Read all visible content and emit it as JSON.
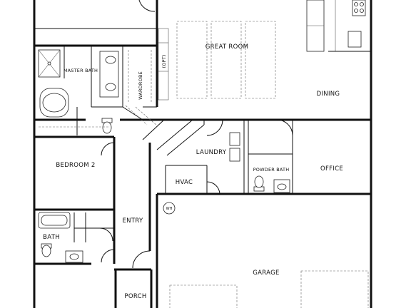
{
  "rooms": {
    "great_room": "GREAT ROOM",
    "dining": "DINING",
    "master_bath": "MASTER BATH",
    "wardrobe": "WARDROBE",
    "opt": "(OPT)",
    "bedroom_2": "BEDROOM 2",
    "laundry": "LAUNDRY",
    "hvac": "HVAC",
    "powder_bath": "POWDER BATH",
    "office": "OFFICE",
    "bath": "BATH",
    "entry": "ENTRY",
    "garage": "GARAGE",
    "porch": "PORCH",
    "whm": "WH"
  }
}
